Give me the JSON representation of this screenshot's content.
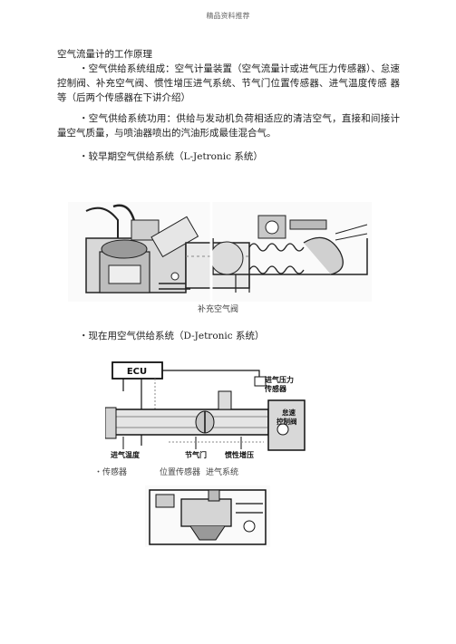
{
  "header": "精品资料推荐",
  "section_title": "空气流量计的工作原理",
  "para_composition": "・空气供给系统组成：空气计量装置（空气流量计或进气压力传感器）、怠速控制阀、补充空气阀、惯性增压进气系统、节气门位置传感器、进气温度传感 器等（后两个传感器在下讲介绍）",
  "para_function": "・空气供给系统功用：供给与发动机负荷相适应的清洁空气，直接和间接计量空气质量，与喷油器喷出的汽油形成最佳混合气。",
  "heading_l_jetronic": "・较早期空气供给系统（L-Jetronic 系统）",
  "caption_aux_valve": "补充空气阀",
  "heading_d_jetronic": "・现在用空气供给系统（D-Jetronic 系统）",
  "diagram_labels": {
    "ecu": "ECU",
    "pressure_sensor_1": "进气压力",
    "pressure_sensor_2": "传感器",
    "idle_valve_1": "怠速",
    "idle_valve_2": "控制阀",
    "intake_temp": "进气温度",
    "throttle": "节气门",
    "inertia_chamber": "惯性增压"
  },
  "caption_sensor": "・传感器",
  "caption_position_sensor": "位置传感器",
  "caption_intake_system": "进气系统"
}
